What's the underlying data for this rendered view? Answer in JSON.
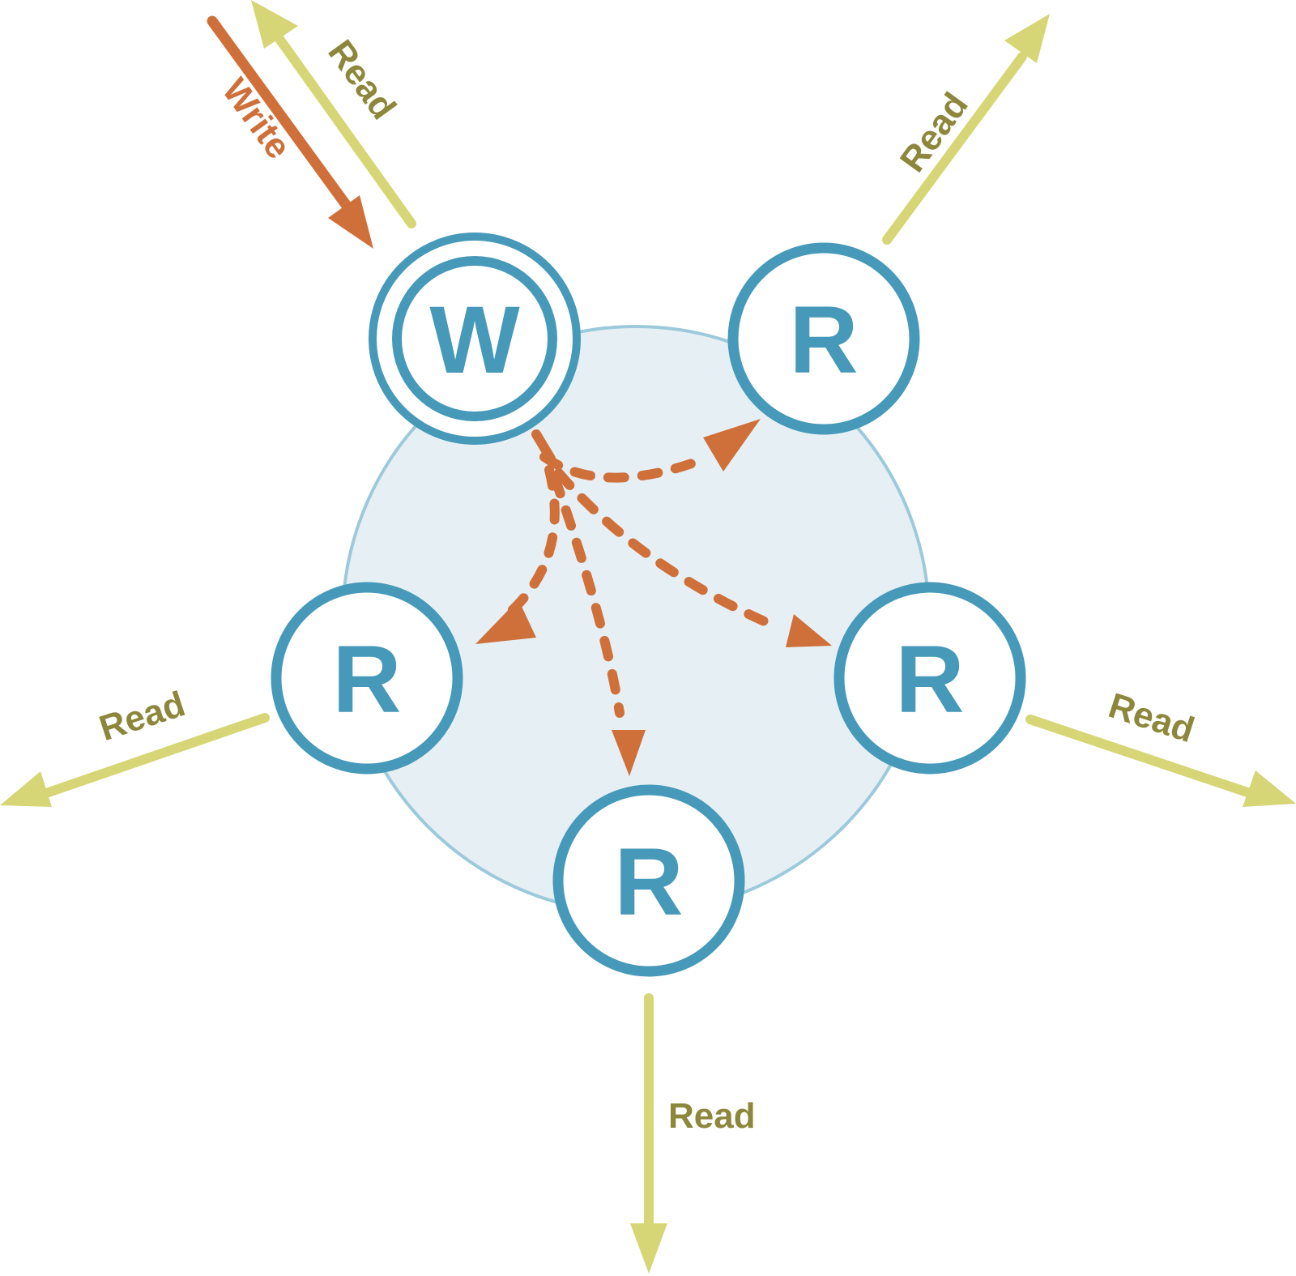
{
  "colors": {
    "node_stroke": "#4699b8",
    "node_fill": "#ffffff",
    "cluster_fill": "#e6f0f4",
    "cluster_stroke": "#9ccadb",
    "write_color": "#cf703a",
    "read_arrow_color": "#d6d676",
    "read_text_color": "#8d873c"
  },
  "nodes": [
    {
      "id": "writer",
      "label": "W",
      "role": "writer"
    },
    {
      "id": "reader-top-right",
      "label": "R",
      "role": "reader"
    },
    {
      "id": "reader-left",
      "label": "R",
      "role": "reader"
    },
    {
      "id": "reader-right",
      "label": "R",
      "role": "reader"
    },
    {
      "id": "reader-bottom",
      "label": "R",
      "role": "reader"
    }
  ],
  "client_flows": [
    {
      "node": "writer",
      "type": "write",
      "label": "Write",
      "direction": "in"
    },
    {
      "node": "writer",
      "type": "read",
      "label": "Read",
      "direction": "out"
    },
    {
      "node": "reader-top-right",
      "type": "read",
      "label": "Read",
      "direction": "out"
    },
    {
      "node": "reader-left",
      "type": "read",
      "label": "Read",
      "direction": "out"
    },
    {
      "node": "reader-right",
      "type": "read",
      "label": "Read",
      "direction": "out"
    },
    {
      "node": "reader-bottom",
      "type": "read",
      "label": "Read",
      "direction": "out"
    }
  ],
  "replication_edges": [
    {
      "from": "writer",
      "to": "reader-top-right",
      "style": "dashed"
    },
    {
      "from": "writer",
      "to": "reader-left",
      "style": "dashed"
    },
    {
      "from": "writer",
      "to": "reader-bottom",
      "style": "dashed"
    },
    {
      "from": "writer",
      "to": "reader-right",
      "style": "dashed"
    }
  ]
}
